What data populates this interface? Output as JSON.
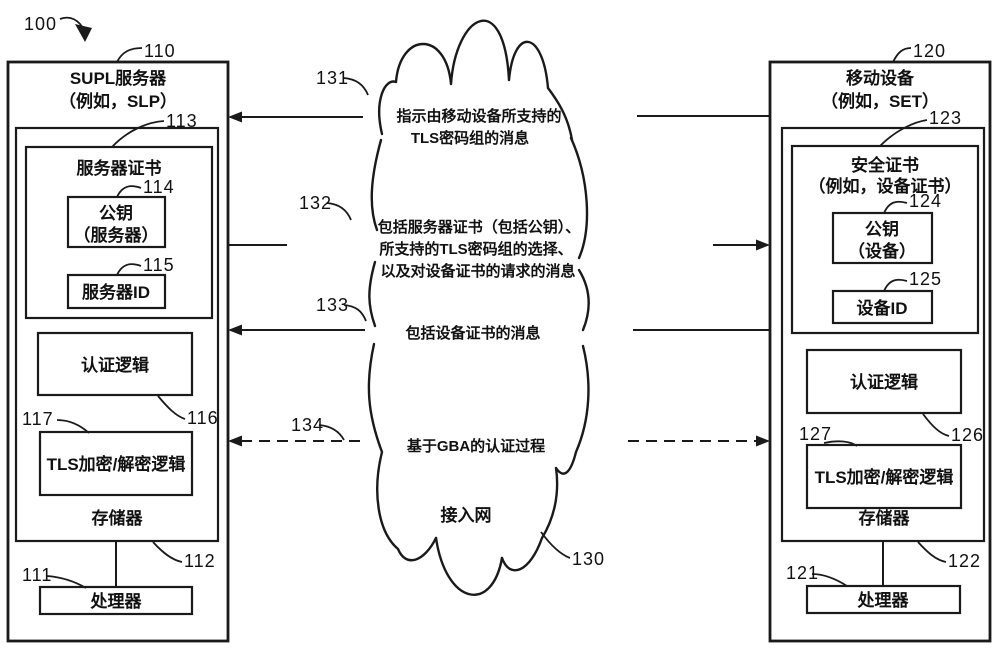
{
  "figure": {
    "figure_ref": "100",
    "colors": {
      "stroke": "#1a1a1a",
      "background": "#ffffff"
    },
    "server": {
      "ref": "110",
      "title_line1": "SUPL服务器",
      "title_line2": "（例如，SLP）",
      "memory": {
        "ref": "112",
        "label": "存储器"
      },
      "certificate": {
        "ref": "113",
        "title": "服务器证书",
        "public_key": {
          "ref": "114",
          "line1": "公钥",
          "line2": "（服务器）"
        },
        "server_id": {
          "ref": "115",
          "label": "服务器ID"
        }
      },
      "auth_logic": {
        "ref": "116",
        "label": "认证逻辑"
      },
      "tls_logic": {
        "ref": "117",
        "label": "TLS加密/解密逻辑"
      },
      "processor": {
        "ref": "111",
        "label": "处理器"
      }
    },
    "mobile": {
      "ref": "120",
      "title_line1": "移动设备",
      "title_line2": "（例如，SET）",
      "memory": {
        "ref": "122",
        "label": "存储器"
      },
      "certificate": {
        "ref": "123",
        "title_line1": "安全证书",
        "title_line2": "（例如，设备证书）",
        "public_key": {
          "ref": "124",
          "line1": "公钥",
          "line2": "（设备）"
        },
        "device_id": {
          "ref": "125",
          "label": "设备ID"
        }
      },
      "auth_logic": {
        "ref": "126",
        "label": "认证逻辑"
      },
      "tls_logic": {
        "ref": "127",
        "label": "TLS加密/解密逻辑"
      },
      "processor": {
        "ref": "121",
        "label": "处理器"
      }
    },
    "network": {
      "ref": "130",
      "label": "接入网"
    },
    "messages": [
      {
        "ref": "131",
        "direction": "to-server",
        "style": "solid",
        "lines": [
          "指示由移动设备所支持的",
          "TLS密码组的消息"
        ]
      },
      {
        "ref": "132",
        "direction": "to-mobile",
        "style": "solid",
        "lines": [
          "包括服务器证书（包括公钥）、",
          "所支持的TLS密码组的选择、",
          "以及对设备证书的请求的消息"
        ]
      },
      {
        "ref": "133",
        "direction": "to-server",
        "style": "solid",
        "lines": [
          "包括设备证书的消息"
        ]
      },
      {
        "ref": "134",
        "direction": "both",
        "style": "dashed",
        "lines": [
          "基于GBA的认证过程"
        ]
      }
    ]
  }
}
